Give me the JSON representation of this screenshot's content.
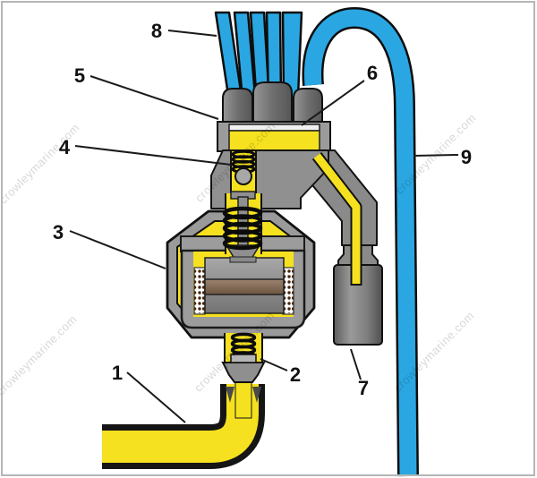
{
  "watermark": {
    "text": "crowleymarine.com"
  },
  "diagram": {
    "callouts": [
      {
        "label": "1"
      },
      {
        "label": "2"
      },
      {
        "label": "3"
      },
      {
        "label": "4"
      },
      {
        "label": "5"
      },
      {
        "label": "6"
      },
      {
        "label": "7"
      },
      {
        "label": "8"
      },
      {
        "label": "9"
      }
    ],
    "colors": {
      "hose_blue": "#2aa7e2",
      "fuel_yellow": "#f5e11f",
      "metal_gray": "#909090",
      "dark_boot_gray": "#6b6b6b",
      "piston_brown": "#8a6f5d",
      "outline_black": "#111111",
      "gasket_white": "#f0f0f0",
      "border_gray": "#b5b5b5"
    }
  }
}
